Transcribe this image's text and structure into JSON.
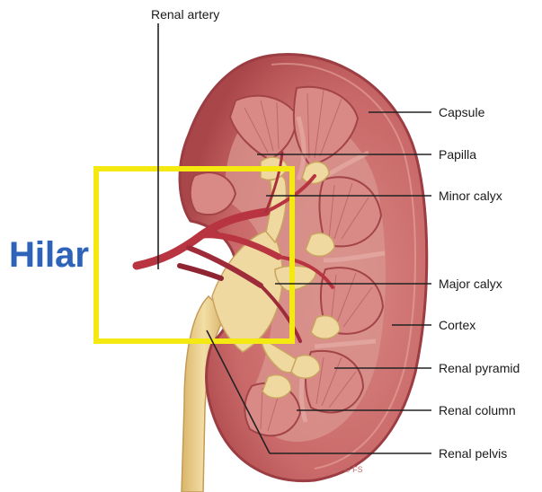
{
  "diagram": {
    "labels": {
      "renal_artery": "Renal artery",
      "capsule": "Capsule",
      "papilla": "Papilla",
      "minor_calyx": "Minor calyx",
      "major_calyx": "Major calyx",
      "cortex": "Cortex",
      "renal_pyramid": "Renal pyramid",
      "renal_column": "Renal column",
      "renal_pelvis": "Renal pelvis"
    },
    "hilar_callout": "Hilar",
    "credit": "© FS",
    "colors": {
      "cortex": "#c9696a",
      "capsule": "#b04a4d",
      "medulla": "#d98f8a",
      "pyramid_stripes": "#a84a4a",
      "calyx": "#ecd79d",
      "vessel": "#b83440",
      "highlight_box": "#f4ea12",
      "hilar_text": "#2e63b8"
    }
  }
}
